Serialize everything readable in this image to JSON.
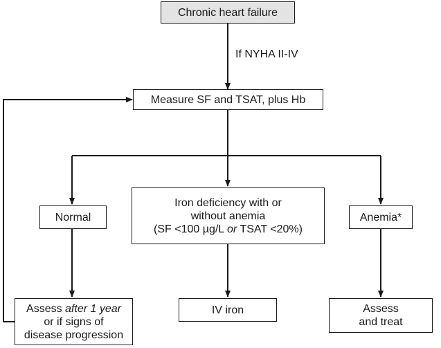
{
  "diagram": {
    "nodes": {
      "start": {
        "text": "Chronic heart failure"
      },
      "measure": {
        "text": "Measure SF and TSAT, plus Hb"
      },
      "normal": {
        "text": "Normal"
      },
      "iron_deficiency": {
        "line1": "Iron deficiency with or",
        "line2": "without anemia",
        "line3_pre": "(SF <100 µg/L ",
        "line3_or": "or",
        "line3_post": " TSAT <20%)"
      },
      "anemia": {
        "text": "Anemia*"
      },
      "assess_later": {
        "line1_pre": "Assess ",
        "line1_em": "after 1 year",
        "line2": "or if signs of",
        "line3": "disease progression"
      },
      "iv_iron": {
        "text": "IV iron"
      },
      "assess_treat": {
        "line1": "Assess",
        "line2": "and treat"
      }
    },
    "edge_labels": {
      "nyha": "If NYHA II-IV"
    }
  }
}
